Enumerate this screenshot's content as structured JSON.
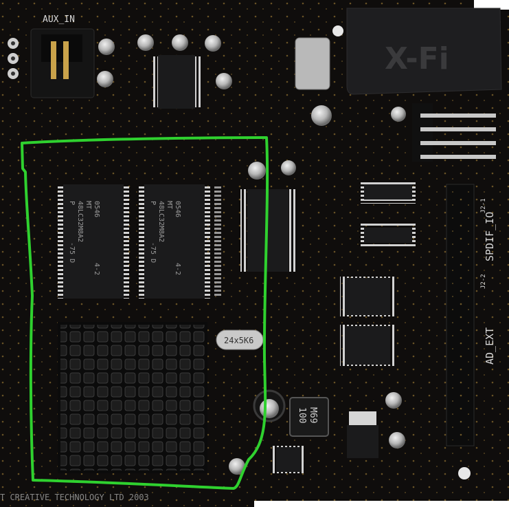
{
  "colors": {
    "pcb": "#0f0d0c",
    "pcb_dark": "#050404",
    "gold": "#c9a24a",
    "pin": "#cfcfcf",
    "chip": "#1b1b1c",
    "heatsink": "#141414",
    "highlight": "#2fd12f",
    "silkscreen": "#d8d8d8",
    "crystal": "#c9c9c9",
    "logo_plastic": "#1e1e20"
  },
  "labels": {
    "aux_in": "AUX_IN",
    "spdif_io": "SPDIF_IO",
    "ad_ext": "AD_EXT",
    "crystal": "24x5K6",
    "inductor_top": "100",
    "inductor_bottom": "M69",
    "copyright": "T CREATIVE TECHNOLOGY LTD 2003",
    "j2_1": "J2-1",
    "j2_2": "J2-2",
    "logo": "X-Fi"
  },
  "memory_chips": [
    {
      "lines": [
        "0546",
        "MT",
        "48LC32M8A2",
        "P",
        "-75 D"
      ],
      "grade": "4-2"
    },
    {
      "lines": [
        "0546",
        "MT",
        "48LC32M8A2",
        "P",
        "-75 D"
      ],
      "grade": "4-2"
    }
  ],
  "annotation": {
    "shape": "freehand-outline",
    "color": "green"
  }
}
